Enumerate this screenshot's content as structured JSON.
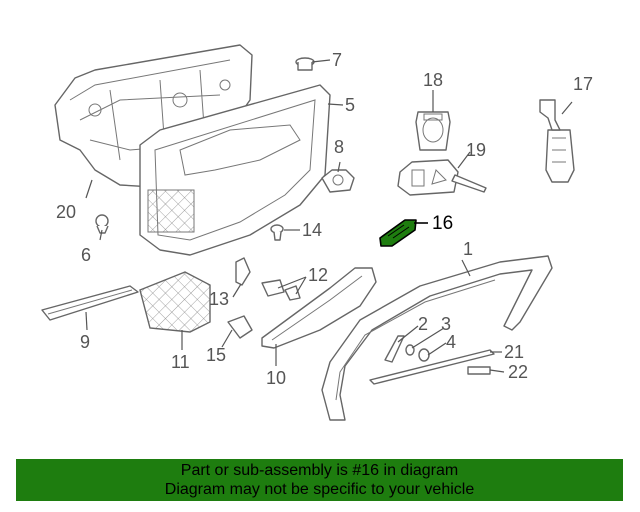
{
  "diagram": {
    "callouts": [
      "1",
      "2",
      "3",
      "4",
      "5",
      "6",
      "7",
      "8",
      "9",
      "10",
      "11",
      "12",
      "13",
      "14",
      "15",
      "16",
      "17",
      "18",
      "19",
      "20",
      "21",
      "22"
    ],
    "highlighted": "16",
    "highlight_color": "#1e7d0f"
  },
  "banner": {
    "line1": "Part or sub-assembly is #16 in diagram",
    "line2": "Diagram may not be specific to your vehicle",
    "background": "#1e7d0f"
  }
}
